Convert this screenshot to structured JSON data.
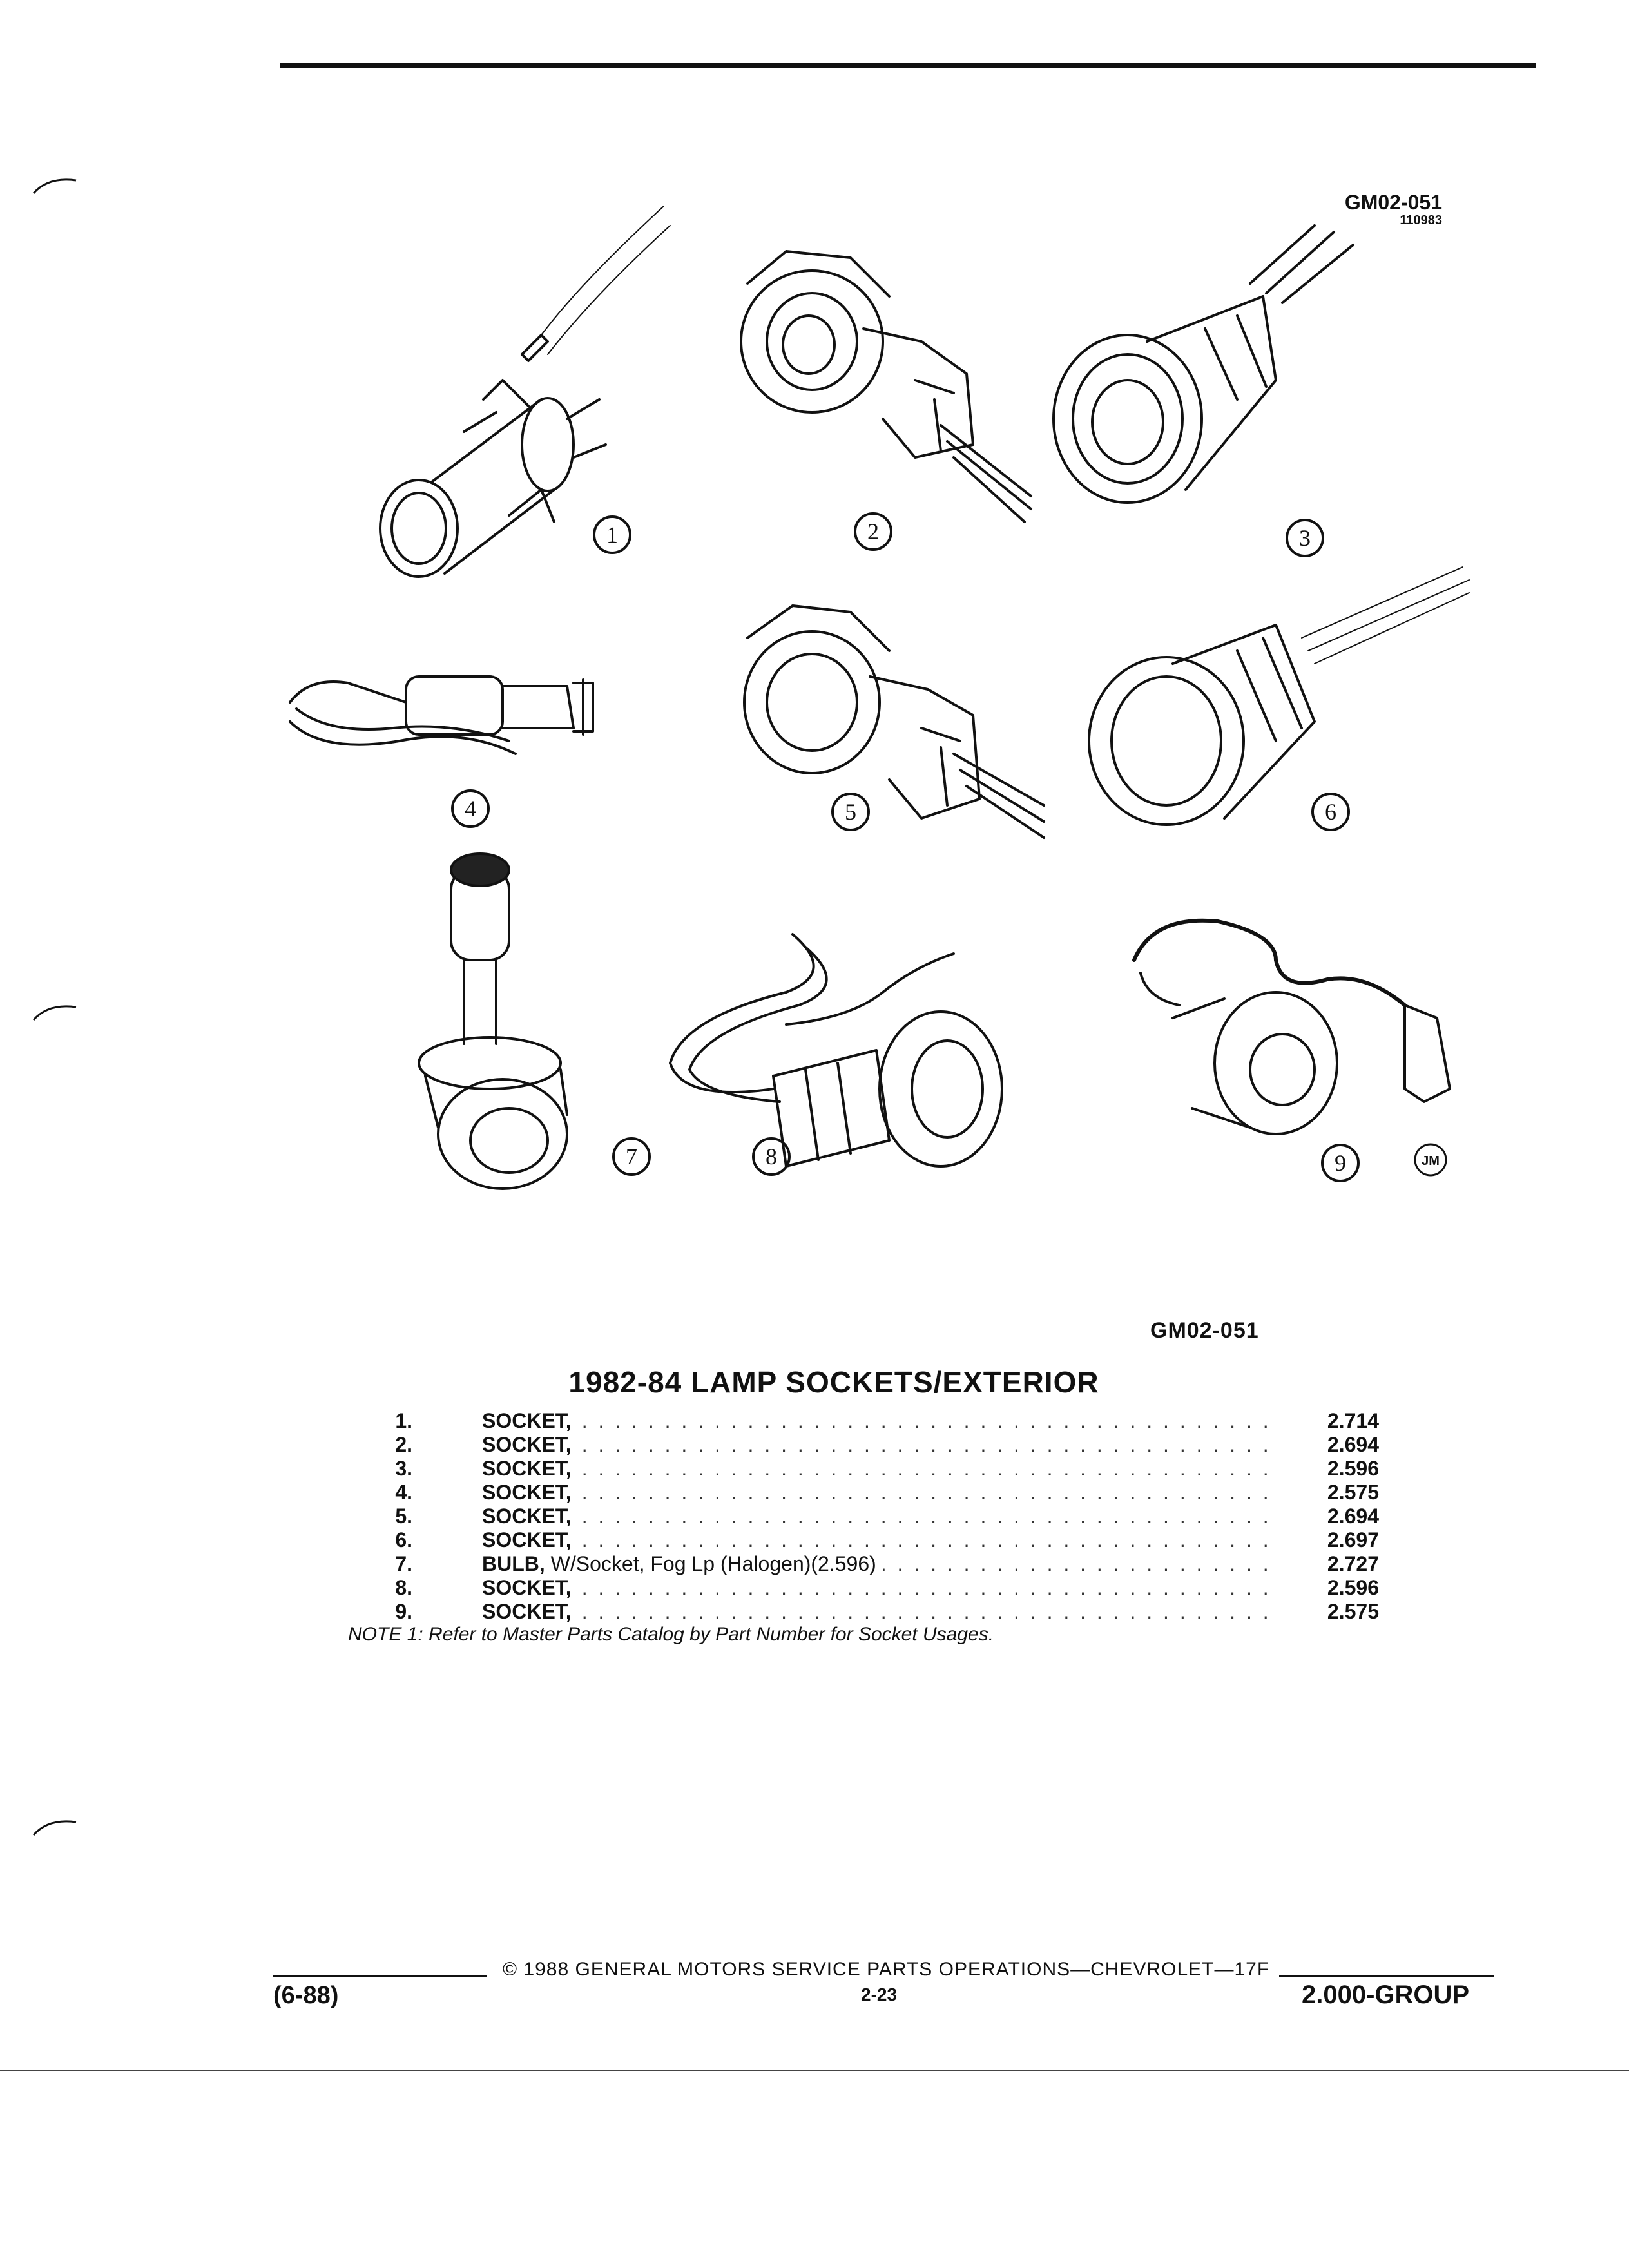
{
  "figure": {
    "code": "GM02-051",
    "sub_code": "110983",
    "callouts": [
      "1",
      "2",
      "3",
      "4",
      "5",
      "6",
      "7",
      "8",
      "9"
    ],
    "artist_mark": "JM"
  },
  "figure_code_bottom": "GM02-051",
  "title": "1982-84 LAMP SOCKETS/EXTERIOR",
  "parts": [
    {
      "num": "1.",
      "desc": "SOCKET,",
      "extra": "",
      "ref": "2.714"
    },
    {
      "num": "2.",
      "desc": "SOCKET,",
      "extra": "",
      "ref": "2.694"
    },
    {
      "num": "3.",
      "desc": "SOCKET,",
      "extra": "",
      "ref": "2.596"
    },
    {
      "num": "4.",
      "desc": "SOCKET,",
      "extra": "",
      "ref": "2.575"
    },
    {
      "num": "5.",
      "desc": "SOCKET,",
      "extra": "",
      "ref": "2.694"
    },
    {
      "num": "6.",
      "desc": "SOCKET,",
      "extra": "",
      "ref": "2.697"
    },
    {
      "num": "7.",
      "desc": "BULB,",
      "extra": "W/Socket, Fog Lp (Halogen)(2.596)",
      "ref": "2.727"
    },
    {
      "num": "8.",
      "desc": "SOCKET,",
      "extra": "",
      "ref": "2.596"
    },
    {
      "num": "9.",
      "desc": "SOCKET,",
      "extra": "",
      "ref": "2.575"
    }
  ],
  "note": "NOTE 1: Refer to Master Parts Catalog by Part Number for Socket Usages.",
  "footer": {
    "copyright": "© 1988 GENERAL MOTORS SERVICE PARTS OPERATIONS—CHEVROLET—17F",
    "date": "(6-88)",
    "page": "2-23",
    "group": "2.000-GROUP"
  }
}
